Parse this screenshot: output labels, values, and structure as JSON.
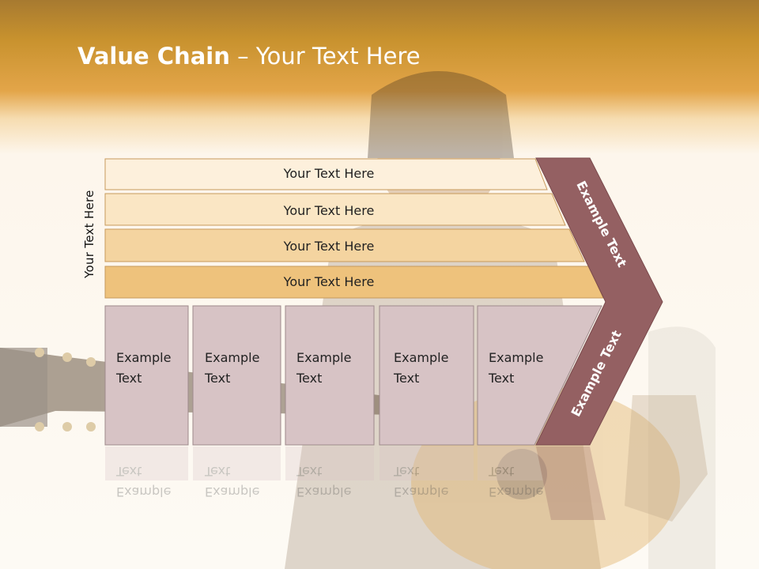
{
  "slide": {
    "title_bold": "Value Chain",
    "title_rest": " – Your Text Here",
    "side_label": "Your Text Here"
  },
  "rows": [
    {
      "label": "Your Text Here",
      "fill": "#fdf0dc"
    },
    {
      "label": "Your Text Here",
      "fill": "#fae6c4"
    },
    {
      "label": "Your Text Here",
      "fill": "#f4d4a0"
    },
    {
      "label": "Your Text Here",
      "fill": "#eec27c"
    }
  ],
  "columns": [
    {
      "line1": "Example",
      "line2": "Text"
    },
    {
      "line1": "Example",
      "line2": "Text"
    },
    {
      "line1": "Example",
      "line2": "Text"
    },
    {
      "line1": "Example",
      "line2": "Text"
    },
    {
      "line1": "Example",
      "line2": "Text"
    }
  ],
  "chevron": {
    "top_label": "Example Text",
    "bottom_label": "Example Text",
    "fill": "#946062"
  },
  "colors": {
    "header": "#e3a549",
    "column_fill": "#d7c3c5",
    "column_border": "#9e8a8c"
  }
}
